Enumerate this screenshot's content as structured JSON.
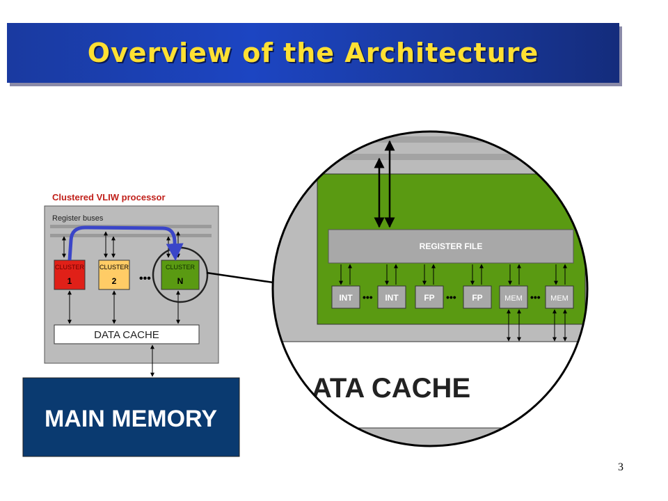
{
  "slide": {
    "title": "Overview of the Architecture",
    "page_number": "3"
  },
  "processor": {
    "caption": "Clustered VLIW processor",
    "register_buses_label": "Register buses",
    "clusters": [
      {
        "top": "CLUSTER",
        "bottom": "1",
        "color": "#e02018"
      },
      {
        "top": "CLUSTER",
        "bottom": "2",
        "color": "#ffcc66"
      },
      {
        "top": "CLUSTER",
        "bottom": "N",
        "color": "#5a9a12"
      }
    ],
    "ellipsis": "•••",
    "data_cache_label": "DATA CACHE"
  },
  "main_memory": {
    "label": "MAIN MEMORY",
    "color": "#0a3a70"
  },
  "zoom": {
    "register_file_label": "REGISTER FILE",
    "units": [
      "INT",
      "INT",
      "FP",
      "FP",
      "MEM",
      "MEM"
    ],
    "ellipsis": "•••",
    "data_cache_label": "ATA CACHE",
    "cluster_color": "#5a9a12"
  },
  "colors": {
    "caption_red": "#c0201a",
    "panel_gray": "#bbbbbb",
    "bus_gray": "#a8a8a8",
    "route_blue": "#3a45c8"
  }
}
